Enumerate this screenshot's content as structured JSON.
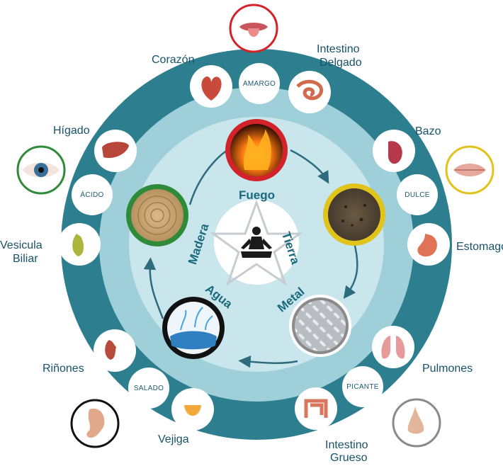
{
  "colors": {
    "outer_ring": "#2d7e8f",
    "middle_ring": "#9fd0d9",
    "inner_disc": "#c9e6ec",
    "center_disc": "#ffffff",
    "arrow": "#2d6b7d",
    "fire": "#d2232a",
    "earth": "#e0c31b",
    "metal": "#8a8a8a",
    "water": "#111111",
    "wood": "#2f8a3a",
    "text": "#17526a"
  },
  "elements": {
    "fuego": "Fuego",
    "tierra": "Tierra",
    "metal": "Metal",
    "agua": "Agua",
    "madera": "Madera"
  },
  "tastes": {
    "amargo": "AMARGO",
    "dulce": "DULCE",
    "picante": "PICANTE",
    "salado": "SALADO",
    "acido": "ÁCIDO"
  },
  "organs": {
    "corazon": "Corazón",
    "intestino_delgado_1": "Intestino",
    "intestino_delgado_2": "Delgado",
    "bazo": "Bazo",
    "estomago": "Estomago",
    "pulmones": "Pulmones",
    "intestino_grueso_1": "Intestino",
    "intestino_grueso_2": "Grueso",
    "vejiga": "Vejiga",
    "rinones": "Riñones",
    "vesicula_1": "Vesicula",
    "vesicula_2": "Biliar",
    "higado": "Hígado"
  },
  "sense_organs": [
    "tongue-icon",
    "lips-icon",
    "nose-icon",
    "ear-icon",
    "eye-icon"
  ]
}
